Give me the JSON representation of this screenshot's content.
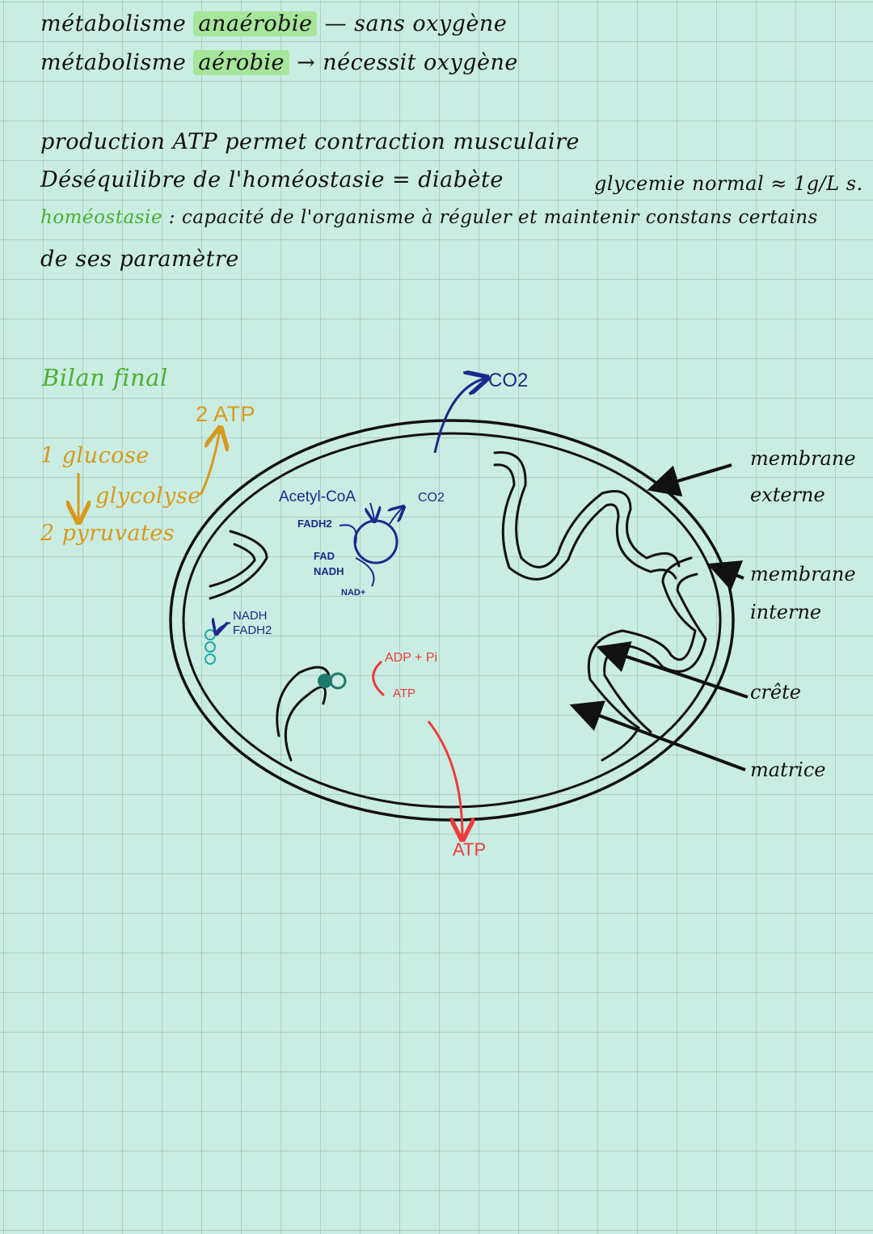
{
  "notes": {
    "line1": {
      "prefix": "métabolisme ",
      "highlight": "anaérobie",
      "suffix": " — sans oxygène"
    },
    "line2": {
      "prefix": "métabolisme ",
      "highlight": "aérobie",
      "suffix": " → nécessit oxygène"
    },
    "line3": "production ATP permet contraction musculaire",
    "line4": "Déséquilibre de l'homéostasie = diabète",
    "line4_right": "glycemie normal ≈ 1g/L s.",
    "line5_term": "homéostasie",
    "line5_def": " : capacité de l'organisme à réguler et maintenir constans certains",
    "line6": "de ses paramètre",
    "highlight_color": "#a6e59a",
    "term_color": "#4caf2e"
  },
  "bilan": {
    "title": "Bilan final",
    "glucose": "1 glucose",
    "glycolyse": "glycolyse",
    "pyruvates": "2 pyruvates",
    "atp": "2 ATP",
    "color": "#d8991c"
  },
  "mito": {
    "co2_top": "CO2",
    "acetyl": "Acetyl-CoA",
    "co2_krebs": "CO2",
    "fadh2": "FADH2",
    "fad": "FAD",
    "nadh": "NADH",
    "nad": "NAD+",
    "chain_nadh": "NADH",
    "chain_fadh2": "FADH2",
    "adp_pi": "ADP + Pi",
    "atp_inner": "ATP",
    "atp_out": "ATP",
    "blue": "#1a2a8c",
    "red": "#ee3a3a"
  },
  "labels": {
    "membrane_externe_1": "membrane",
    "membrane_externe_2": "externe",
    "membrane_interne_1": "membrane",
    "membrane_interne_2": "interne",
    "crete": "crête",
    "matrice": "matrice"
  }
}
